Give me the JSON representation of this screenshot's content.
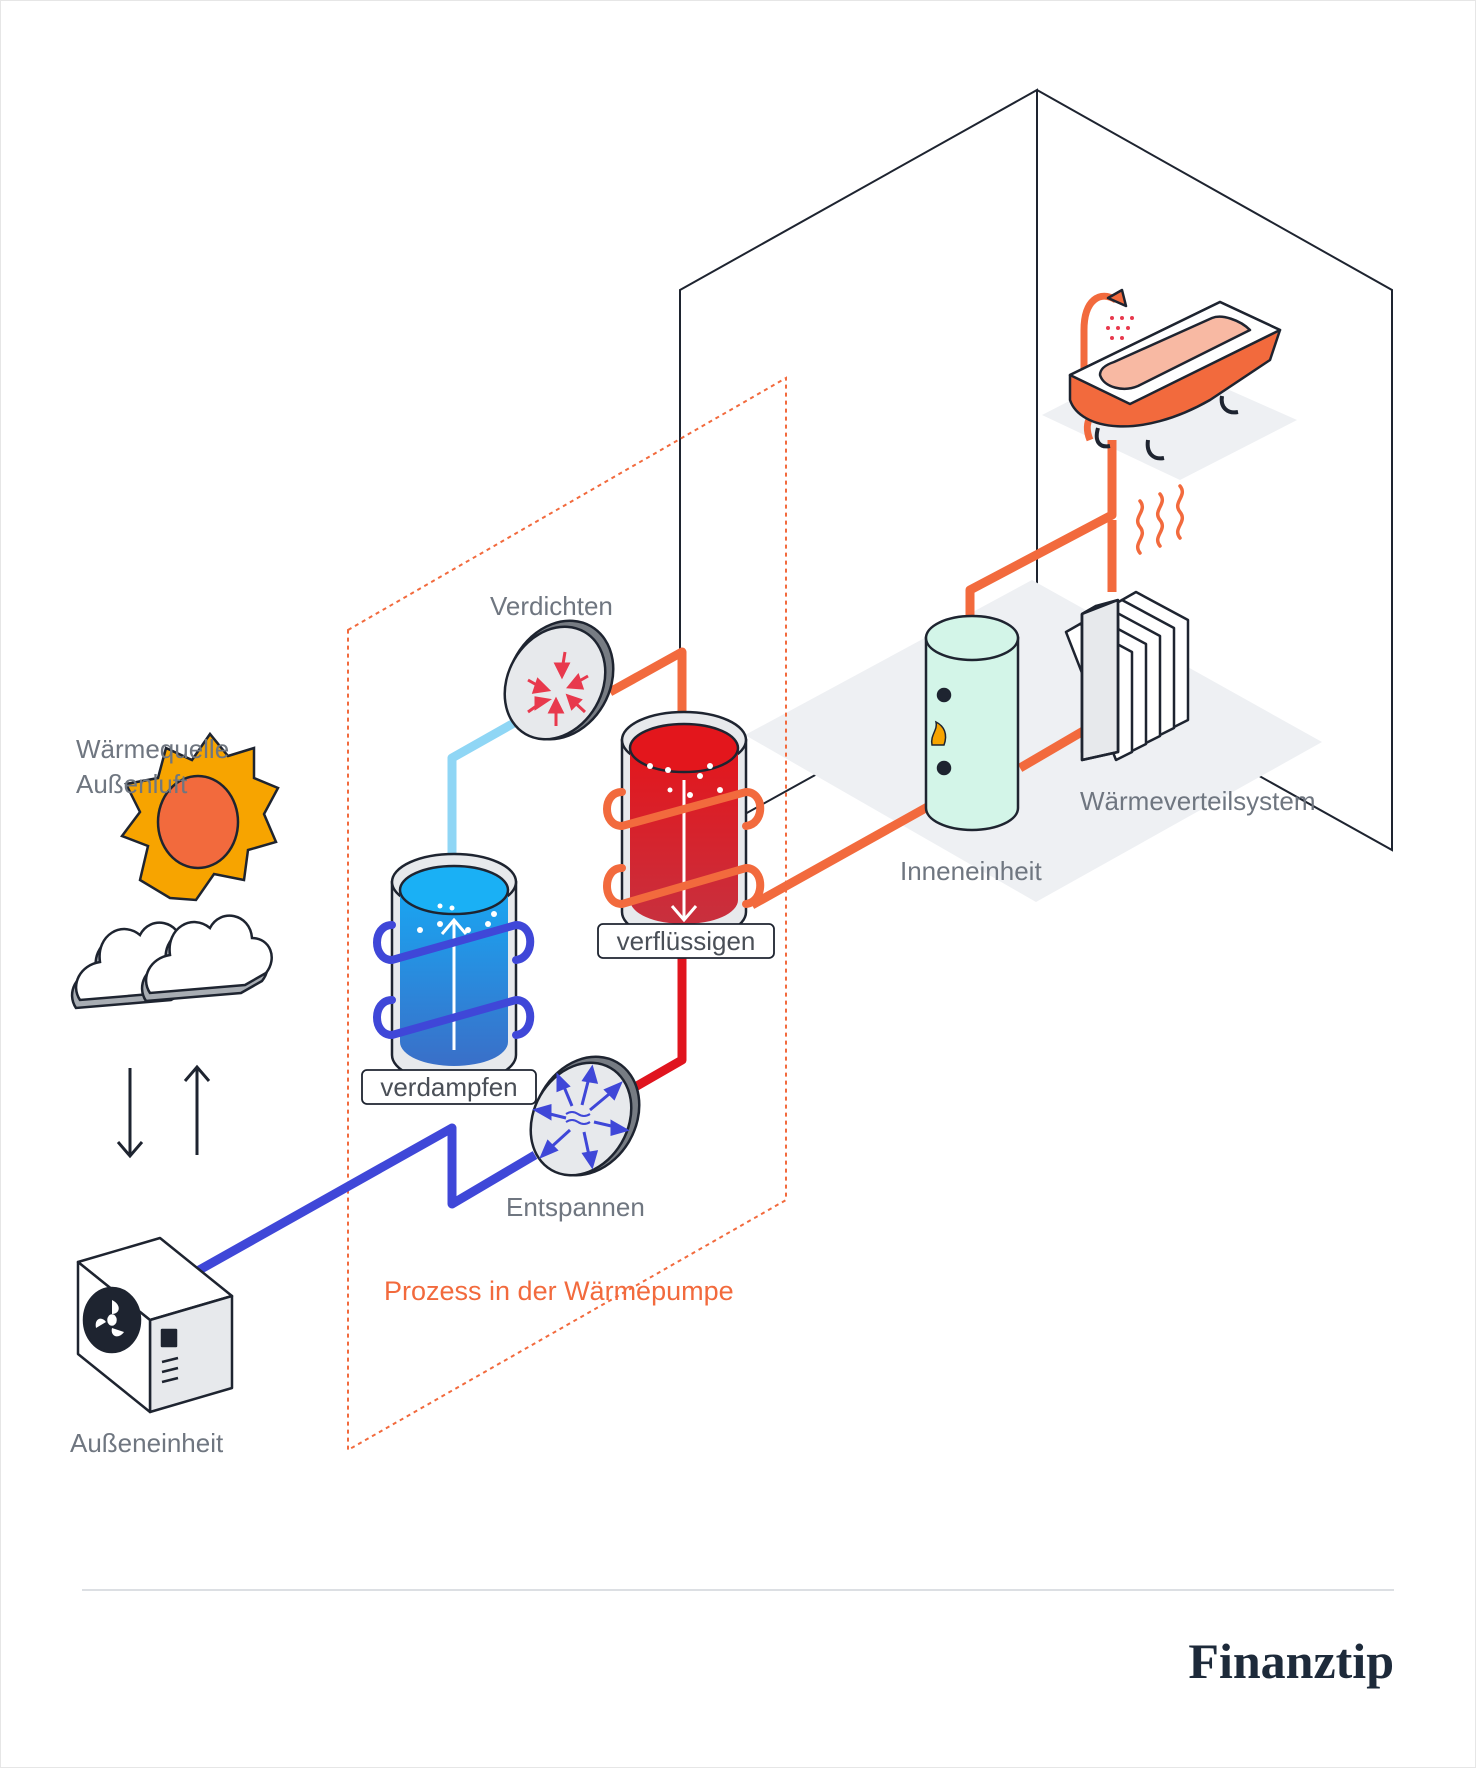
{
  "labels": {
    "heat_source_line1": "Wärmequelle",
    "heat_source_line2": "Außenluft",
    "outdoor_unit": "Außeneinheit",
    "compress": "Verdichten",
    "expand": "Entspannen",
    "evaporate": "verdampfen",
    "condense": "verflüssigen",
    "indoor_unit": "Inneneinheit",
    "heat_distribution": "Wärmeverteilsystem",
    "process": "Prozess in der Wärmepumpe"
  },
  "brand": "Finanztip",
  "colors": {
    "hot_pipe": "#f26a3d",
    "hot_liquid": "#e0141e",
    "cold_pipe": "#3f47d8",
    "vapor_pipe": "#8fd6f5",
    "label_gray": "#6f7680",
    "brand_navy": "#1d2a3a",
    "tank_mint": "#d3f5e8",
    "floor_gray": "#eef0f3"
  },
  "icons": {
    "weather": "sun-cloud-icon",
    "flow": "up-down-arrows-icon",
    "outdoor_unit": "fan-unit-icon",
    "bathtub": "bathtub-shower-icon",
    "radiator": "radiator-icon",
    "heat": "heat-waves-icon",
    "compressor": "compress-arrows-icon",
    "expansion_valve": "expand-arrows-icon"
  }
}
